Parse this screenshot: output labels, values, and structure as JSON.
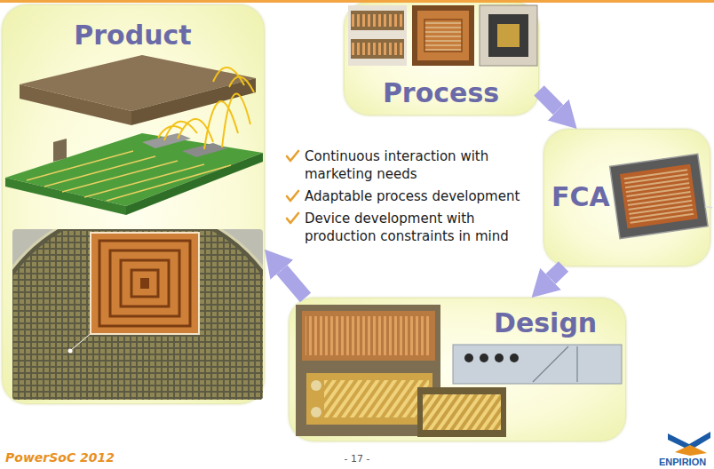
{
  "diagram": {
    "nodes": [
      {
        "text": [
          "Product"
        ]
      },
      {
        "text": [
          "Process"
        ]
      },
      {
        "text": [
          "FCA"
        ]
      },
      {
        "text": [
          "Design"
        ]
      }
    ],
    "edges": [
      {
        "from": 1,
        "to": 2,
        "arrow": "to"
      },
      {
        "from": 2,
        "to": 3,
        "arrow": "to"
      },
      {
        "from": 3,
        "to": 0,
        "arrow": "to"
      }
    ],
    "labels": [
      "Continuous interaction with marketing needs",
      "Adaptable process development",
      "Device development with production constraints in mind",
      "PowerSoC 2012",
      "- 17 -",
      "ENPIRION"
    ]
  }
}
